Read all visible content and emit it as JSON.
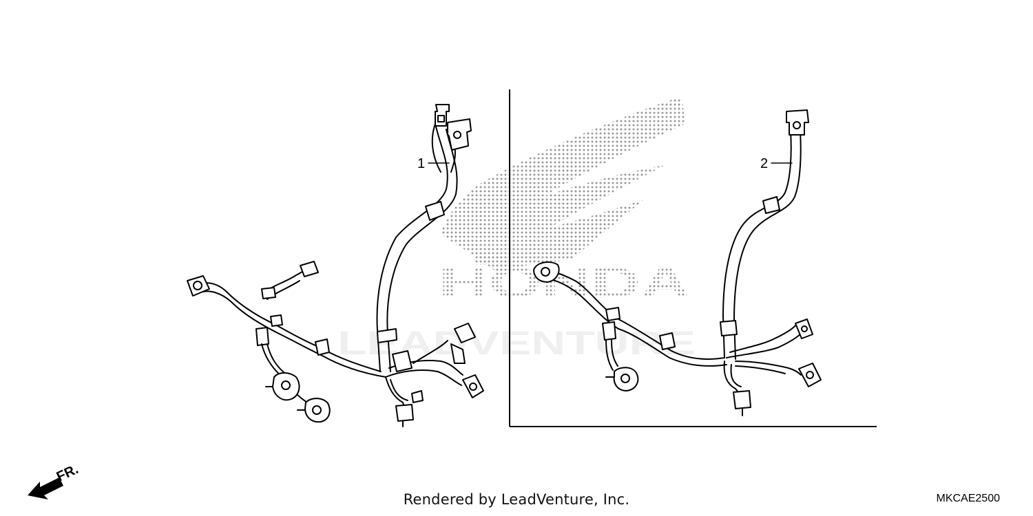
{
  "callouts": [
    {
      "id": "1",
      "label": "1"
    },
    {
      "id": "2",
      "label": "2"
    }
  ],
  "watermark": {
    "brand": "HONDA",
    "subtext": "LEADVENTURE"
  },
  "front_indicator": {
    "label": "FR."
  },
  "footer": {
    "credit": "Rendered by LeadVenture, Inc.",
    "code": "MKCAE2500"
  }
}
